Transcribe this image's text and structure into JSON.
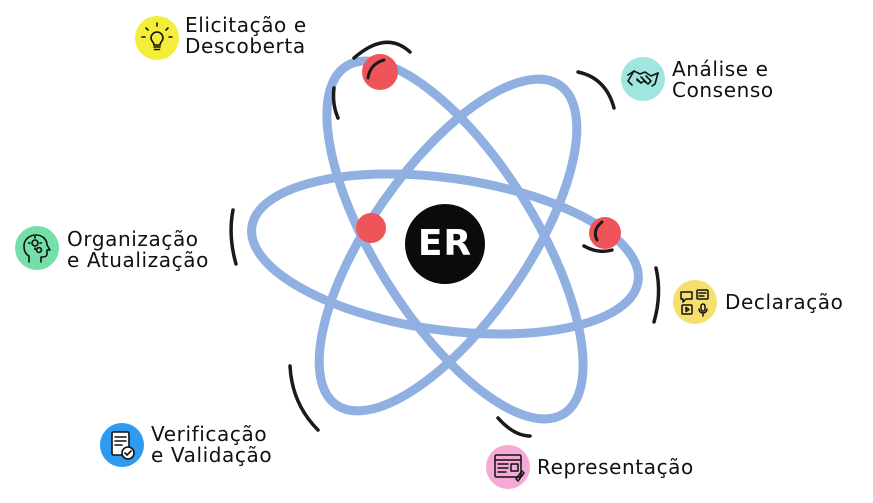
{
  "center": {
    "label": "ER",
    "fill": "#0b0b0b"
  },
  "colors": {
    "orbit": "#8fb0e0",
    "electron": "#f0545b",
    "ink": "#1a1a1a"
  },
  "nodes": [
    {
      "id": "elicitacao",
      "lines": [
        "Elicitação e",
        "Descoberta"
      ],
      "icon": "lightbulb-icon",
      "color": "#f4ee3a"
    },
    {
      "id": "analise",
      "lines": [
        "Análise e",
        "Consenso"
      ],
      "icon": "handshake-icon",
      "color": "#9fe6e0"
    },
    {
      "id": "organizacao",
      "lines": [
        "Organização",
        "e Atualização"
      ],
      "icon": "head-gears-icon",
      "color": "#74e0a9"
    },
    {
      "id": "declaracao",
      "lines": [
        "Declaração"
      ],
      "icon": "media-collage-icon",
      "color": "#f6df6d"
    },
    {
      "id": "verificacao",
      "lines": [
        "Verificação",
        "e Validação"
      ],
      "icon": "checked-document-icon",
      "color": "#2f9bf0"
    },
    {
      "id": "representacao",
      "lines": [
        "Representação"
      ],
      "icon": "browser-window-icon",
      "color": "#f4a9d6"
    }
  ]
}
